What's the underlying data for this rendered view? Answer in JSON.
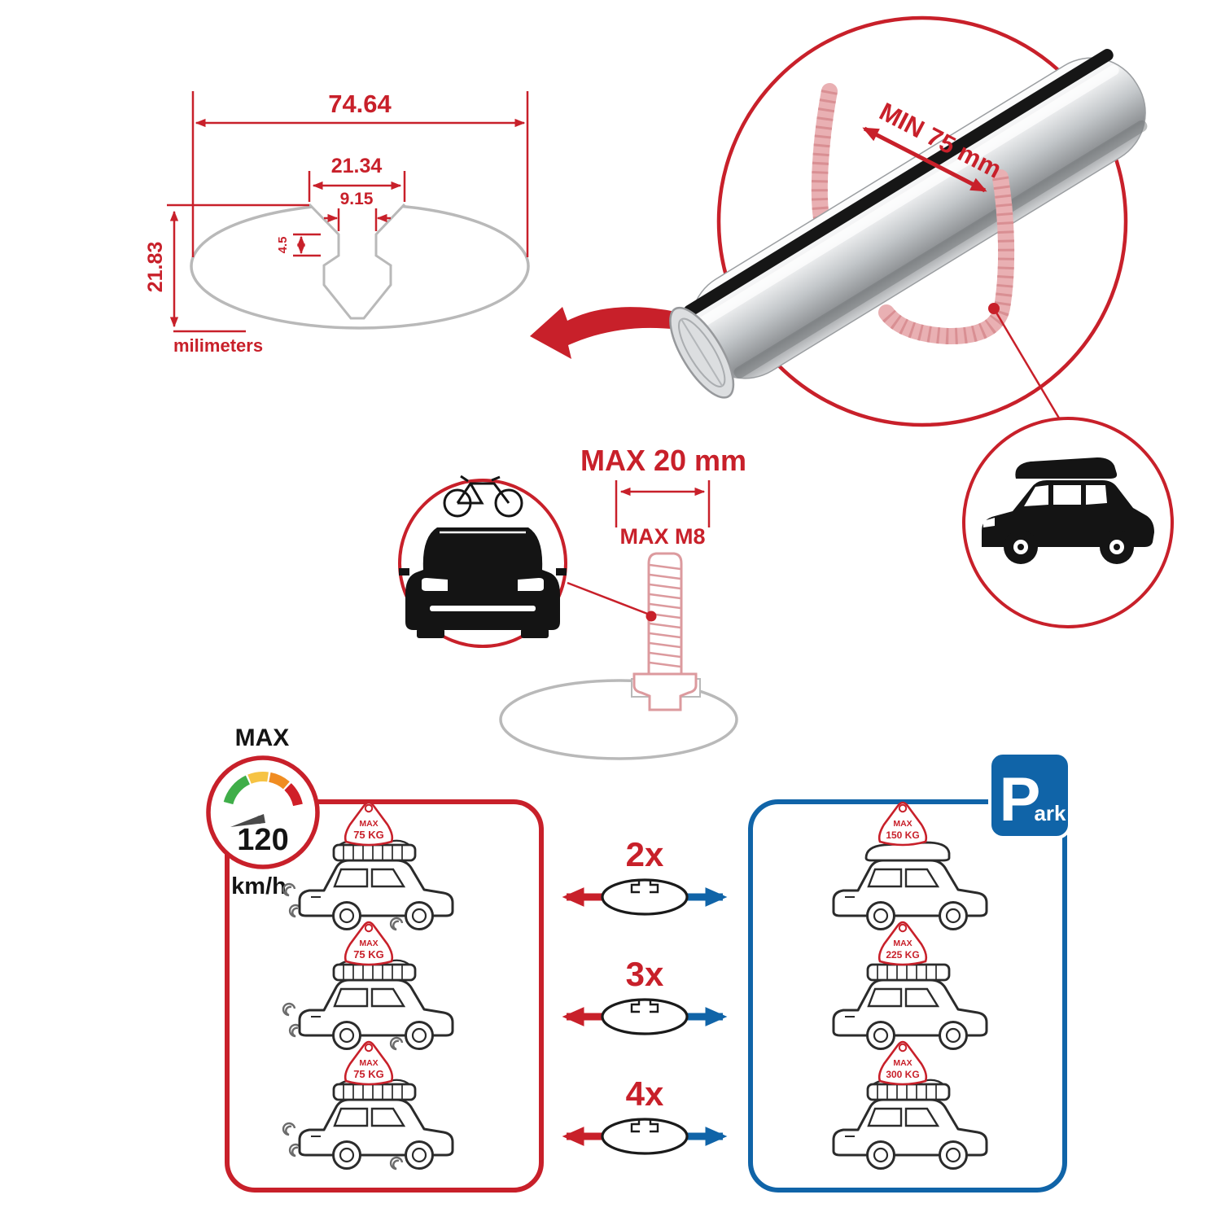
{
  "colors": {
    "red": "#c8202a",
    "blue": "#1064a8",
    "black": "#231f20",
    "gray_outline": "#b9b9b9",
    "gauge_segments": [
      "#3fae49",
      "#f6c344",
      "#f08c21",
      "#d01f28"
    ]
  },
  "profile_dimensions": {
    "total_width": "74.64",
    "slot_outer_width": "21.34",
    "slot_inner_width": "9.15",
    "lip_depth": "4.5",
    "total_height": "21.83",
    "units_label": "milimeters"
  },
  "crossbar_detail": {
    "min_span_label": "MIN 75 mm"
  },
  "bolt_spec": {
    "max_length_label": "MAX 20 mm",
    "max_thread_label": "MAX M8"
  },
  "speed_gauge": {
    "title": "MAX",
    "value": "120",
    "units": "km/h"
  },
  "parking_sign": {
    "initial": "P",
    "rest": "ark"
  },
  "load_comparison": {
    "driving": [
      {
        "tag_title": "MAX",
        "tag_value": "75 KG"
      },
      {
        "tag_title": "MAX",
        "tag_value": "75 KG"
      },
      {
        "tag_title": "MAX",
        "tag_value": "75 KG"
      }
    ],
    "bar_counts": [
      "2x",
      "3x",
      "4x"
    ],
    "parked": [
      {
        "tag_title": "MAX",
        "tag_value": "150 KG"
      },
      {
        "tag_title": "MAX",
        "tag_value": "225 KG"
      },
      {
        "tag_title": "MAX",
        "tag_value": "300 KG"
      }
    ]
  },
  "icons": {
    "crossbar_profile": "oval-crossbar-cross-section",
    "speed_gauge": "speedometer-dial",
    "driving_car": "suv-side-view-driving",
    "parked_car": "suv-side-view-parked",
    "roofbox_car": "suv-with-roof-box",
    "front_car_with_bike": "car-front-with-bicycle",
    "tbolt": "threaded-t-bolt",
    "parking_sign": "parking-p-sign"
  }
}
